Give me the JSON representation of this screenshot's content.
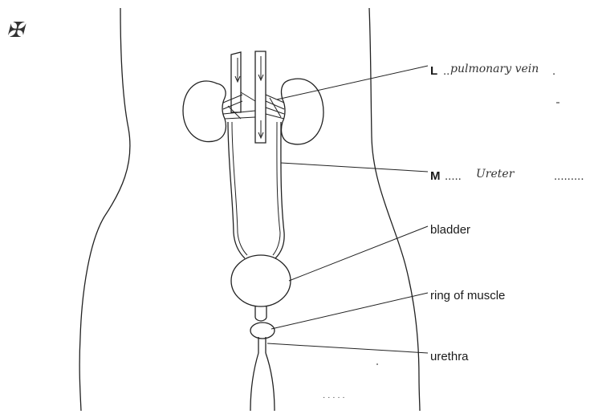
{
  "diagram": {
    "corner_mark": "✠",
    "labels": {
      "L": {
        "letter": "L",
        "answer": "pulmonary vein",
        "leader": "..",
        "trailer": "."
      },
      "M": {
        "letter": "M",
        "leader": ".....",
        "answer": "Ureter",
        "trailer": "........."
      },
      "bladder": "bladder",
      "ring_of_muscle": "ring of muscle",
      "urethra": "urethra"
    },
    "bottom_marks": "· · · · ·"
  }
}
